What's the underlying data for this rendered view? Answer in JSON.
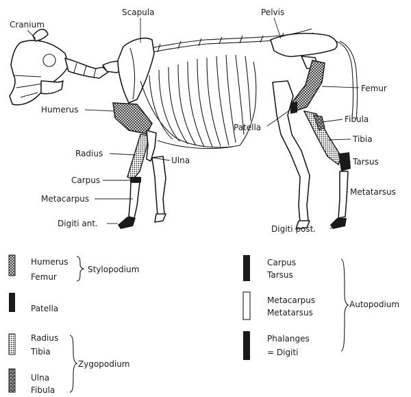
{
  "skeleton_labels": {
    "cranium": "Cranium",
    "scapula": "Scapula",
    "pelvis": "Pelvis",
    "humerus": "Humerus",
    "femur": "Femur",
    "patella": "Patella",
    "fibula": "Fibula",
    "tibia": "Tibia",
    "radius": "Radius",
    "ulna": "Ulna",
    "tarsus": "Tarsus",
    "carpus": "Carpus",
    "metacarpus": "Metacarpus",
    "metatarsus": "Metatarsus",
    "digiti_ant": "Digiti ant.",
    "digiti_post": "Digiti post."
  },
  "legend": {
    "stylopodium": {
      "items": [
        "Humerus",
        "Femur"
      ],
      "group": "Stylopodium"
    },
    "patella": {
      "items": [
        "Patella"
      ]
    },
    "zygopodium": {
      "items": [
        "Radius",
        "Tibia",
        "Ulna",
        "Fibula"
      ],
      "group": "Zygopodium"
    },
    "autopodium": {
      "items": [
        "Carpus",
        "Tarsus",
        "Metacarpus",
        "Metatarsus",
        "Phalanges",
        "= Digiti"
      ],
      "group": "Autopodium"
    }
  },
  "colors": {
    "ink": "#1a1a1a",
    "paper": "#ffffff"
  }
}
